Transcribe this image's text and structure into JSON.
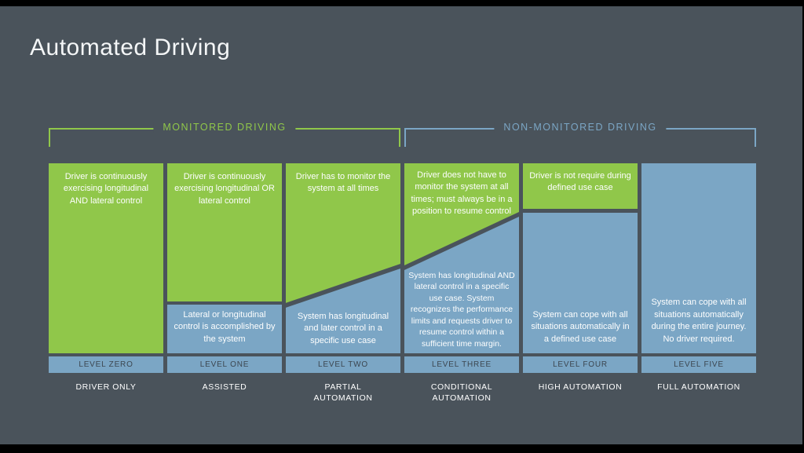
{
  "title": "Automated Driving",
  "groups": [
    {
      "label": "MONITORED DRIVING",
      "color": "#90c74a"
    },
    {
      "label": "NON-MONITORED DRIVING",
      "color": "#7ba6c5"
    }
  ],
  "colors": {
    "background": "#4a535b",
    "frame": "#000000",
    "driver_green": "#90c74a",
    "system_blue": "#7ba6c5",
    "bar_text": "#3c4650",
    "box_text": "#ffffff"
  },
  "levels": [
    {
      "bar": "LEVEL ZERO",
      "name": "DRIVER ONLY",
      "driver": "Driver is continuously exercising longitudinal AND lateral control"
    },
    {
      "bar": "LEVEL ONE",
      "name": "ASSISTED",
      "driver": "Driver is continuously exercising longitudinal OR lateral control",
      "system": "Lateral or longitudinal control is accomplished by the system"
    },
    {
      "bar": "LEVEL TWO",
      "name": "PARTIAL AUTOMATION",
      "driver": "Driver has to monitor the system at all times",
      "system": "System has longitudinal and later control in a specific use case"
    },
    {
      "bar": "LEVEL THREE",
      "name": "CONDITIONAL AUTOMATION",
      "driver": "Driver does not have to monitor the system at all times; must always be in a position to resume control",
      "system": "System has longitudinal AND lateral control in a specific use case. System recognizes the performance limits and requests driver to resume control within a sufficient time margin."
    },
    {
      "bar": "LEVEL FOUR",
      "name": "HIGH AUTOMATION",
      "driver": "Driver is not require during defined use case",
      "system": "System can cope with all situations automatically in a defined use case"
    },
    {
      "bar": "LEVEL FIVE",
      "name": "FULL AUTOMATION",
      "system": "System can cope with all situations automatically during the entire journey. No driver required."
    }
  ]
}
